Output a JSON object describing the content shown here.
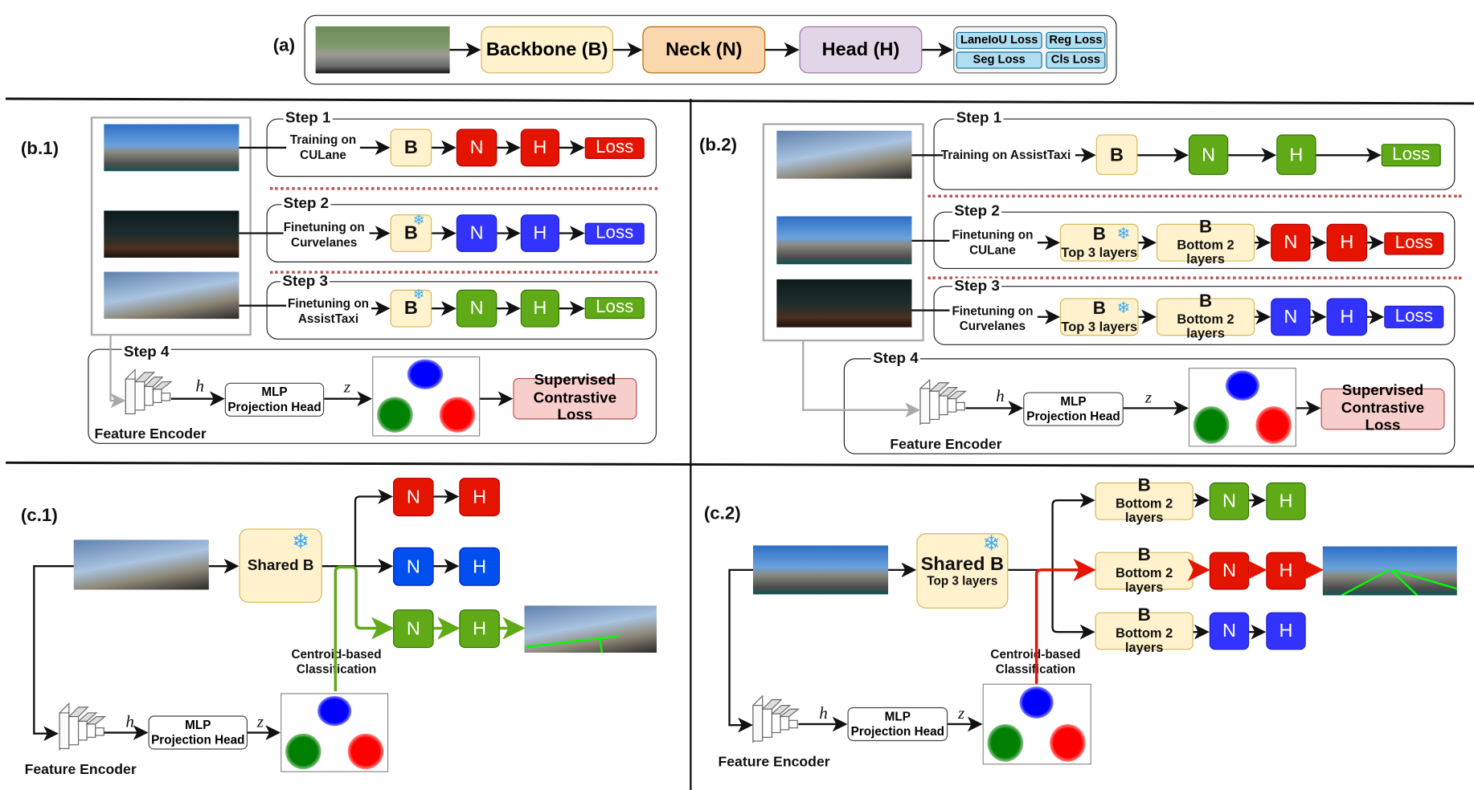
{
  "panel_a": {
    "label": "(a)",
    "backbone": "Backbone (B)",
    "neck": "Neck (N)",
    "head": "Head (H)",
    "losses": [
      "LaneIoU Loss",
      "Reg Loss",
      "Seg Loss",
      "Cls Loss"
    ]
  },
  "panel_b1": {
    "label": "(b.1)",
    "steps": [
      {
        "title": "Step 1",
        "desc_line1": "Training on",
        "desc_line2": "CULane",
        "b": "B",
        "n": "N",
        "h": "H",
        "loss": "Loss"
      },
      {
        "title": "Step 2",
        "desc_line1": "Finetuning on",
        "desc_line2": "Curvelanes",
        "b": "B",
        "n": "N",
        "h": "H",
        "loss": "Loss"
      },
      {
        "title": "Step 3",
        "desc_line1": "Finetuning on",
        "desc_line2": "AssistTaxi",
        "b": "B",
        "n": "N",
        "h": "H",
        "loss": "Loss"
      }
    ],
    "step4": {
      "title": "Step 4",
      "h": "h",
      "z": "z",
      "mlp_line1": "MLP",
      "mlp_line2": "Projection Head",
      "loss_line1": "Supervised",
      "loss_line2": "Contrastive Loss",
      "encoder": "Feature Encoder"
    }
  },
  "panel_b2": {
    "label": "(b.2)",
    "steps": [
      {
        "title": "Step 1",
        "desc": "Training on AssistTaxi",
        "b": "B",
        "n": "N",
        "h": "H",
        "loss": "Loss"
      },
      {
        "title": "Step 2",
        "desc_line1": "Finetuning on",
        "desc_line2": "CULane",
        "b_top": "B",
        "b_top_sub": "Top 3 layers",
        "b_bot": "B",
        "b_bot_sub": "Bottom 2 layers",
        "n": "N",
        "h": "H",
        "loss": "Loss"
      },
      {
        "title": "Step 3",
        "desc_line1": "Finetuning on",
        "desc_line2": "Curvelanes",
        "b_top": "B",
        "b_top_sub": "Top 3 layers",
        "b_bot": "B",
        "b_bot_sub": "Bottom 2 layers",
        "n": "N",
        "h": "H",
        "loss": "Loss"
      }
    ],
    "step4": {
      "title": "Step 4",
      "h": "h",
      "z": "z",
      "mlp_line1": "MLP",
      "mlp_line2": "Projection Head",
      "loss_line1": "Supervised",
      "loss_line2": "Contrastive Loss",
      "encoder": "Feature Encoder"
    }
  },
  "panel_c1": {
    "label": "(c.1)",
    "shared": "Shared B",
    "branches": [
      {
        "n": "N",
        "h": "H"
      },
      {
        "n": "N",
        "h": "H"
      },
      {
        "n": "N",
        "h": "H"
      }
    ],
    "centroid_line1": "Centroid-based",
    "centroid_line2": "Classification",
    "h": "h",
    "z": "z",
    "mlp_line1": "MLP",
    "mlp_line2": "Projection Head",
    "encoder": "Feature Encoder"
  },
  "panel_c2": {
    "label": "(c.2)",
    "shared": "Shared B",
    "shared_sub": "Top 3 layers",
    "branches": [
      {
        "b": "B",
        "b_sub": "Bottom 2 layers",
        "n": "N",
        "h": "H"
      },
      {
        "b": "B",
        "b_sub": "Bottom 2 layers",
        "n": "N",
        "h": "H"
      },
      {
        "b": "B",
        "b_sub": "Bottom 2 layers",
        "n": "N",
        "h": "H"
      }
    ],
    "centroid_line1": "Centroid-based",
    "centroid_line2": "Classification",
    "h": "h",
    "z": "z",
    "mlp_line1": "MLP",
    "mlp_line2": "Projection Head",
    "encoder": "Feature Encoder"
  },
  "icons": {
    "frozen": "snowflake-icon"
  },
  "colors": {
    "red": "#e51400",
    "blue": "#3333ff",
    "green": "#60a917",
    "backbone": "#fff2cc",
    "neck": "#fad7ac",
    "head": "#e1d5e7",
    "loss_bg": "#b1ddf0",
    "scl": "#f8cecc"
  }
}
